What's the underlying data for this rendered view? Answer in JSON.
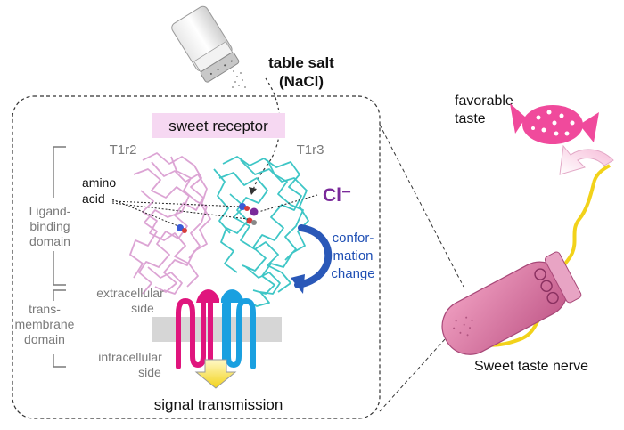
{
  "labels": {
    "table_salt": "table salt",
    "nacl": "(NaCl)",
    "sweet_receptor": "sweet receptor",
    "t1r2": "T1r2",
    "t1r3": "T1r3",
    "amino": "amino",
    "acid": "acid",
    "chloride": "Cl⁻",
    "ligand_1": "Ligand-",
    "ligand_2": "binding",
    "ligand_3": "domain",
    "conf_1": "confor-",
    "conf_2": "mation",
    "conf_3": "change",
    "extra_1": "extracellular",
    "extra_2": "side",
    "trans_1": "trans-",
    "trans_2": "membrane",
    "trans_3": "domain",
    "intra_1": "intracellular",
    "intra_2": "side",
    "signal": "signal transmission",
    "favorable_1": "favorable",
    "favorable_2": "taste",
    "nerve": "Sweet taste nerve"
  },
  "colors": {
    "t1r2": "#e0a8d8",
    "t1r3": "#3cc8c8",
    "tm_t1r2": "#e0157d",
    "tm_t1r3": "#1aa0e0",
    "chloride": "#7a2a9a",
    "conformation": "#1f4fb4",
    "receptor_label_bg": "#f6d8f2",
    "nerve_line": "#f2d21a",
    "cell": "#d47aa2",
    "candy": "#f04a9c"
  },
  "icons": [
    "salt-shaker-icon",
    "candy-icon",
    "taste-cell-icon",
    "signal-arrow-icon"
  ]
}
